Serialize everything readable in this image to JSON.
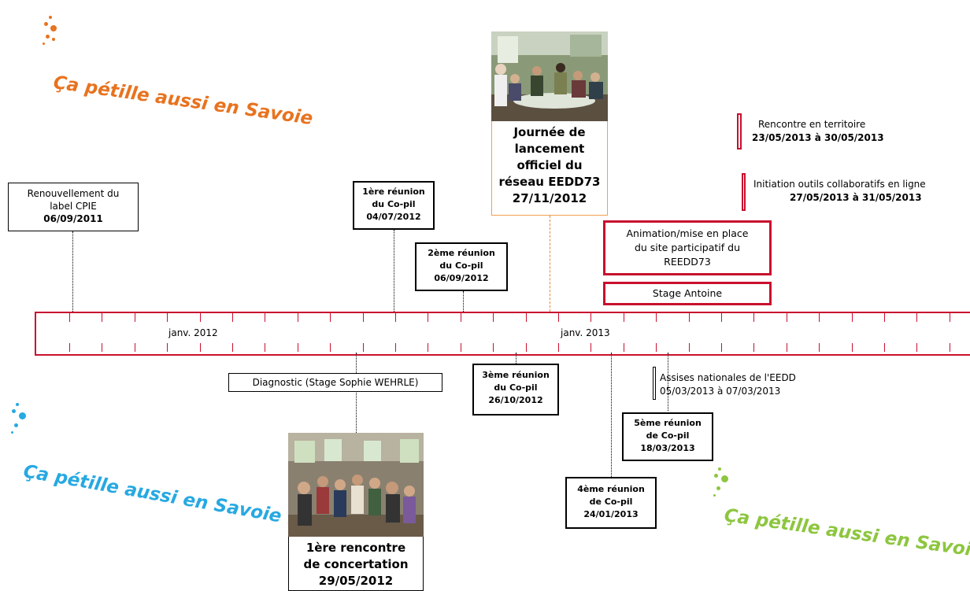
{
  "slogans": {
    "top": "Ça pétille aussi en Savoie",
    "left": "Ça pétille aussi en Savoie !",
    "right": "Ça pétille aussi en Savoie !"
  },
  "colors": {
    "orange": "#e8731f",
    "blue": "#27a9e1",
    "green": "#8dc63f",
    "timeline_red": "#c8102e",
    "photo_border": "#f0a050"
  },
  "timeline": {
    "label_2012": "janv. 2012",
    "label_2013": "janv. 2013"
  },
  "events": {
    "cpie": {
      "line1": "Renouvellement du",
      "line2": "label CPIE",
      "date": "06/09/2011"
    },
    "copil1": {
      "line1": "1ère réunion",
      "line2": "du Co-pil",
      "date": "04/07/2012"
    },
    "copil2": {
      "line1": "2ème réunion",
      "line2": "du Co-pil",
      "date": "06/09/2012"
    },
    "lancement": {
      "line1": "Journée de",
      "line2": "lancement",
      "line3": "officiel du",
      "line4": "réseau EEDD73",
      "date": "27/11/2012"
    },
    "rencontre": {
      "line1": "Rencontre en territoire",
      "line2": "23/05/2013 à 30/05/2013"
    },
    "initiation": {
      "line1": "Initiation outils collaboratifs en ligne",
      "line2": "27/05/2013 à 31/05/2013"
    },
    "animation": {
      "line1": "Animation/mise en place",
      "line2": "du site participatif du",
      "line3": "REEDD73"
    },
    "stage_antoine": {
      "label": "Stage Antoine"
    },
    "diagnostic": {
      "label": "Diagnostic  (Stage Sophie WEHRLE)"
    },
    "copil3": {
      "line1": "3ème réunion",
      "line2": "du Co-pil",
      "date": "26/10/2012"
    },
    "assises": {
      "line1": "Assises nationales de l'EEDD",
      "line2": "05/03/2013 à 07/03/2013"
    },
    "copil5": {
      "line1": "5ème réunion",
      "line2": "de Co-pil",
      "date": "18/03/2013"
    },
    "copil4": {
      "line1": "4ème réunion",
      "line2": "de Co-pil",
      "date": "24/01/2013"
    },
    "concertation": {
      "line1": "1ère rencontre",
      "line2": "de concertation",
      "date": "29/05/2012"
    }
  }
}
